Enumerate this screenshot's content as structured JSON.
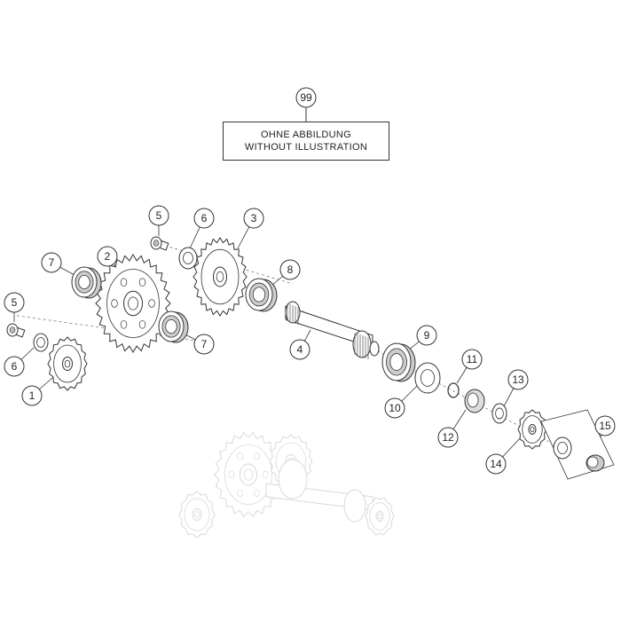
{
  "note": {
    "number": "99",
    "line1": "OHNE ABBILDUNG",
    "line2": "WITHOUT ILLUSTRATION"
  },
  "callouts": [
    {
      "id": "c1",
      "label": "1"
    },
    {
      "id": "c2",
      "label": "2"
    },
    {
      "id": "c3",
      "label": "3"
    },
    {
      "id": "c4",
      "label": "4"
    },
    {
      "id": "c5a",
      "label": "5"
    },
    {
      "id": "c5b",
      "label": "5"
    },
    {
      "id": "c6a",
      "label": "6"
    },
    {
      "id": "c6b",
      "label": "6"
    },
    {
      "id": "c7a",
      "label": "7"
    },
    {
      "id": "c7b",
      "label": "7"
    },
    {
      "id": "c8",
      "label": "8"
    },
    {
      "id": "c9",
      "label": "9"
    },
    {
      "id": "c10",
      "label": "10"
    },
    {
      "id": "c11",
      "label": "11"
    },
    {
      "id": "c12",
      "label": "12"
    },
    {
      "id": "c13",
      "label": "13"
    },
    {
      "id": "c14",
      "label": "14"
    },
    {
      "id": "c15",
      "label": "15"
    }
  ],
  "colors": {
    "line": "#333333",
    "part_fill": "#ffffff",
    "ghost": "#d9d9d9",
    "bearing_shade": "#cccccc"
  }
}
